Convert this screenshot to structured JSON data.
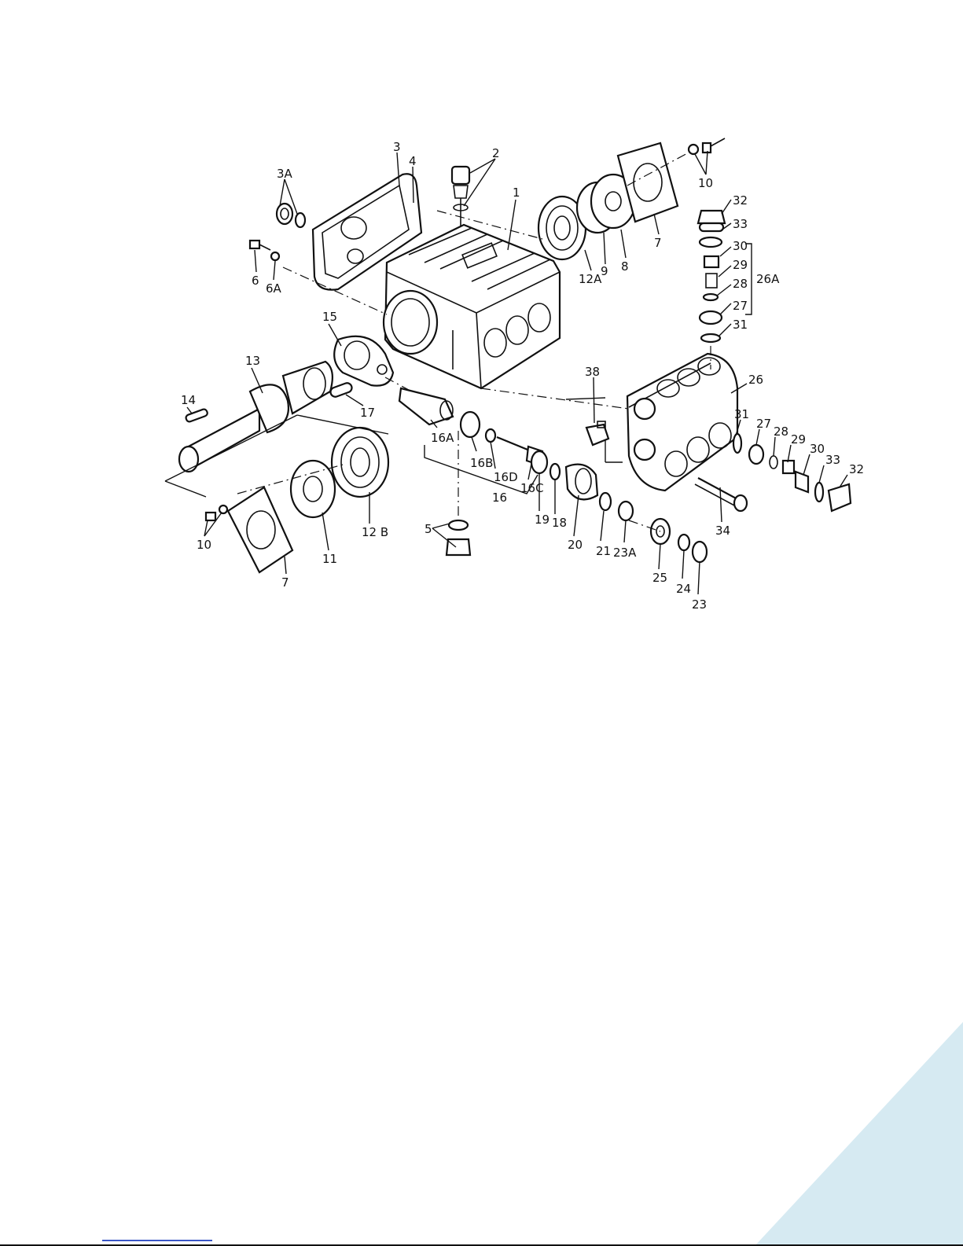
{
  "diagram": {
    "type": "exploded-parts-view",
    "labels": [
      {
        "id": "p1",
        "text": "1"
      },
      {
        "id": "p2",
        "text": "2"
      },
      {
        "id": "p3",
        "text": "3"
      },
      {
        "id": "p3A",
        "text": "3A"
      },
      {
        "id": "p4",
        "text": "4"
      },
      {
        "id": "p5",
        "text": "5"
      },
      {
        "id": "p6",
        "text": "6"
      },
      {
        "id": "p6A",
        "text": "6A"
      },
      {
        "id": "p7a",
        "text": "7"
      },
      {
        "id": "p7b",
        "text": "7"
      },
      {
        "id": "p8",
        "text": "8"
      },
      {
        "id": "p9",
        "text": "9"
      },
      {
        "id": "p10a",
        "text": "10"
      },
      {
        "id": "p10b",
        "text": "10"
      },
      {
        "id": "p11",
        "text": "11"
      },
      {
        "id": "p12A",
        "text": "12A"
      },
      {
        "id": "p12B",
        "text": "12 B"
      },
      {
        "id": "p13",
        "text": "13"
      },
      {
        "id": "p14",
        "text": "14"
      },
      {
        "id": "p15",
        "text": "15"
      },
      {
        "id": "p16",
        "text": "16"
      },
      {
        "id": "p16A",
        "text": "16A"
      },
      {
        "id": "p16B",
        "text": "16B"
      },
      {
        "id": "p16C",
        "text": "16C"
      },
      {
        "id": "p16D",
        "text": "16D"
      },
      {
        "id": "p17",
        "text": "17"
      },
      {
        "id": "p18",
        "text": "18"
      },
      {
        "id": "p19",
        "text": "19"
      },
      {
        "id": "p20",
        "text": "20"
      },
      {
        "id": "p21",
        "text": "21"
      },
      {
        "id": "p23",
        "text": "23"
      },
      {
        "id": "p23A",
        "text": "23A"
      },
      {
        "id": "p24",
        "text": "24"
      },
      {
        "id": "p25",
        "text": "25"
      },
      {
        "id": "p26",
        "text": "26"
      },
      {
        "id": "p26A",
        "text": "26A"
      },
      {
        "id": "p27a",
        "text": "27"
      },
      {
        "id": "p27b",
        "text": "27"
      },
      {
        "id": "p28a",
        "text": "28"
      },
      {
        "id": "p28b",
        "text": "28"
      },
      {
        "id": "p29a",
        "text": "29"
      },
      {
        "id": "p29b",
        "text": "29"
      },
      {
        "id": "p30a",
        "text": "30"
      },
      {
        "id": "p30b",
        "text": "30"
      },
      {
        "id": "p31a",
        "text": "31"
      },
      {
        "id": "p31b",
        "text": "31"
      },
      {
        "id": "p32a",
        "text": "32"
      },
      {
        "id": "p32b",
        "text": "32"
      },
      {
        "id": "p33a",
        "text": "33"
      },
      {
        "id": "p33b",
        "text": "33"
      },
      {
        "id": "p34",
        "text": "34"
      },
      {
        "id": "p38",
        "text": "38"
      }
    ]
  },
  "colors": {
    "corner_accent": "#d6eaf2",
    "link_underline": "#3a56c6"
  }
}
